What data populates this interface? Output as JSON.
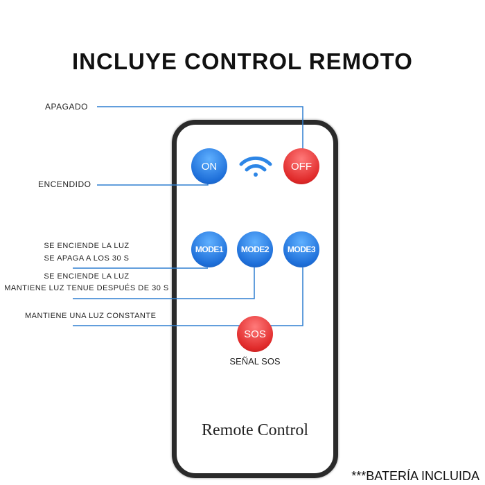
{
  "title": "INCLUYE CONTROL REMOTO",
  "labels": {
    "off": "APAGADO",
    "on": "ENCENDIDO",
    "mode1_line1": "SE ENCIENDE LA LUZ",
    "mode1_line2": "SE APAGA A LOS 30 S",
    "mode2_line1": "SE ENCIENDE LA LUZ",
    "mode2_line2": "MANTIENE LUZ TENUE DESPUÉS DE 30 S",
    "mode3": "MANTIENE UNA LUZ CONSTANTE",
    "sos": "SEÑAL SOS"
  },
  "remote": {
    "on": "ON",
    "off": "OFF",
    "mode1": "MODE1",
    "mode2": "MODE2",
    "mode3": "MODE3",
    "sos": "SOS",
    "brand": "Remote Control"
  },
  "footer": "***BATERÍA INCLUIDA",
  "colors": {
    "line": "#2f7fd0",
    "blue": "#1e6fd9",
    "red": "#e02a2a"
  }
}
